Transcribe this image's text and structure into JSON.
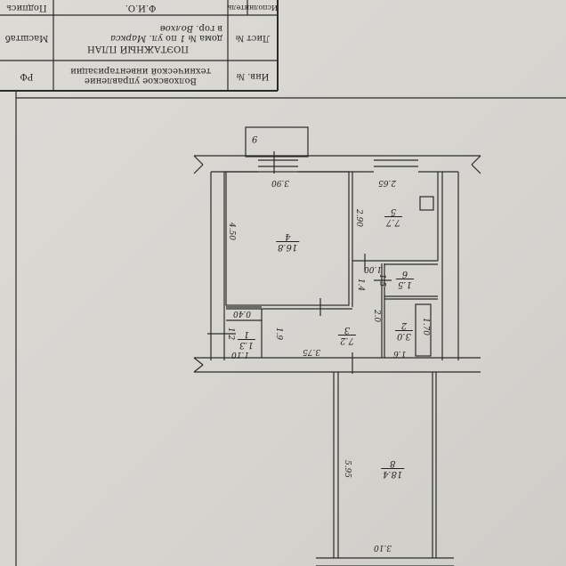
{
  "title_block": {
    "signature_label": "Подпись",
    "name_label": "Ф.И.О.",
    "performer_label": "Исполнитель",
    "scale_label": "Масштаб",
    "plan_title": "ПОЭТАЖНЫЙ ПЛАН",
    "house_line": "дома №",
    "house_number": "1",
    "street_prefix": "по ул.",
    "street": "Маркса",
    "city_prefix": "в гор.",
    "city": "Волхов",
    "sheet_label": "Лист №",
    "region": "РФ",
    "organization_line1": "Волховское управление",
    "organization_line2": "технической инвентаризации",
    "inv_label": "Инв. №"
  },
  "rooms": [
    {
      "number": "1",
      "area": "1.3"
    },
    {
      "number": "2",
      "area": "3.0"
    },
    {
      "number": "3",
      "area": "7.2"
    },
    {
      "number": "4",
      "area": "16.8"
    },
    {
      "number": "5",
      "area": "7.7"
    },
    {
      "number": "6",
      "area": "1.5"
    },
    {
      "number": "8",
      "area": "18.4"
    },
    {
      "number": "9",
      "area": ""
    }
  ],
  "dimensions": {
    "room4_width": "3.90",
    "room4_length": "4.50",
    "room5_width": "2.65",
    "room5_length": "2.90",
    "room3_width": "3.75",
    "room3_length": "1.9",
    "room1_width": "1.10",
    "room1_length": "1.2",
    "closet_width": "0.40",
    "hall_width": "1.4",
    "hall_small": "1.00",
    "room6_length": "1.5",
    "room2_length": "1.70",
    "room2_width": "1.6",
    "room2_side": "2.0",
    "room8_width": "3.10",
    "room8_length": "5.95"
  }
}
